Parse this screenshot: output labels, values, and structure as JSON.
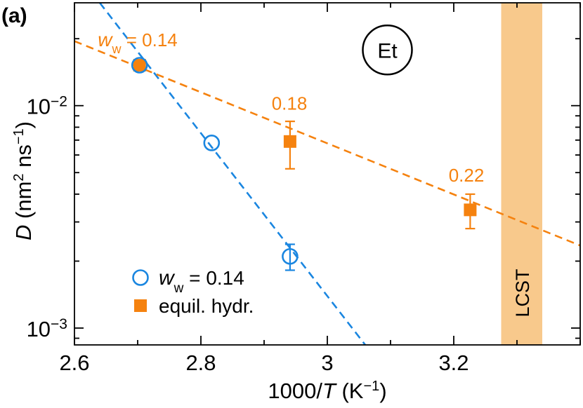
{
  "panel_label": "(a)",
  "colors": {
    "model": "#1a86e0",
    "equil": "#f5820f",
    "lcst_band": "#f8c98c",
    "axis": "#000000"
  },
  "chart_data": {
    "type": "scatter",
    "title": "",
    "xlabel": {
      "var": "1000/",
      "italic": "T",
      "unit": " (K",
      "sup": "−1",
      "close": ")"
    },
    "ylabel": {
      "var": "D",
      "unit": " (nm",
      "sup1": "2",
      "mid": " ns",
      "sup2": "−1",
      "close": ")"
    },
    "x_axis": {
      "range": [
        2.6,
        3.4
      ],
      "ticks": [
        2.6,
        2.8,
        3.0,
        3.2
      ],
      "tick_labels": [
        "2.6",
        "2.8",
        "3",
        "3.2"
      ],
      "minor_step": 0.1
    },
    "y_axis": {
      "scale": "log",
      "range": [
        0.00084,
        0.029
      ],
      "ticks": [
        0.001,
        0.01
      ],
      "tick_labels": [
        {
          "base": "10",
          "exp": "−3"
        },
        {
          "base": "10",
          "exp": "−2"
        }
      ]
    },
    "grid": false,
    "series": [
      {
        "name": "w_w = 0.14",
        "legend_label": {
          "var": "w",
          "sub": "w",
          "rest": " = 0.14"
        },
        "marker": "open-circle",
        "color_key": "model",
        "points": [
          {
            "x": 2.703,
            "y": 0.0152,
            "yerr": null
          },
          {
            "x": 2.817,
            "y": 0.0068,
            "yerr": null
          },
          {
            "x": 2.941,
            "y": 0.0021,
            "yerr": [
              0.00182,
              0.00238
            ]
          }
        ],
        "fit_line": {
          "style": "dashed",
          "points": [
            [
              2.64,
              0.029
            ],
            [
              3.06,
              0.00084
            ]
          ]
        }
      },
      {
        "name": "equil. hydr.",
        "legend_label": {
          "var": "",
          "sub": "",
          "rest": "equil. hydr."
        },
        "marker": "filled-square",
        "color_key": "equil",
        "points": [
          {
            "x": 2.703,
            "y": 0.0152,
            "yerr": null
          },
          {
            "x": 2.941,
            "y": 0.0069,
            "yerr": [
              0.0052,
              0.0085
            ]
          },
          {
            "x": 3.226,
            "y": 0.0034,
            "yerr": [
              0.0028,
              0.004
            ]
          }
        ],
        "fit_line": {
          "style": "dashed",
          "points": [
            [
              2.6,
              0.0195
            ],
            [
              3.4,
              0.00235
            ]
          ]
        }
      }
    ],
    "annotations": [
      {
        "text_var": "w",
        "text_sub": "w",
        "text_rest": " = 0.14",
        "x": 2.7,
        "y": 0.0185,
        "color_key": "equil"
      },
      {
        "text": "0.18",
        "x": 2.94,
        "y": 0.0096,
        "color_key": "equil"
      },
      {
        "text": "0.22",
        "x": 3.22,
        "y": 0.00455,
        "color_key": "equil"
      }
    ],
    "shaded_region": {
      "label": "LCST",
      "x": [
        3.275,
        3.34
      ],
      "color_key": "lcst_band"
    },
    "badge": {
      "text": "Et",
      "x": 3.095,
      "y": 0.0178
    },
    "legend": {
      "position": "bottom-left"
    }
  }
}
